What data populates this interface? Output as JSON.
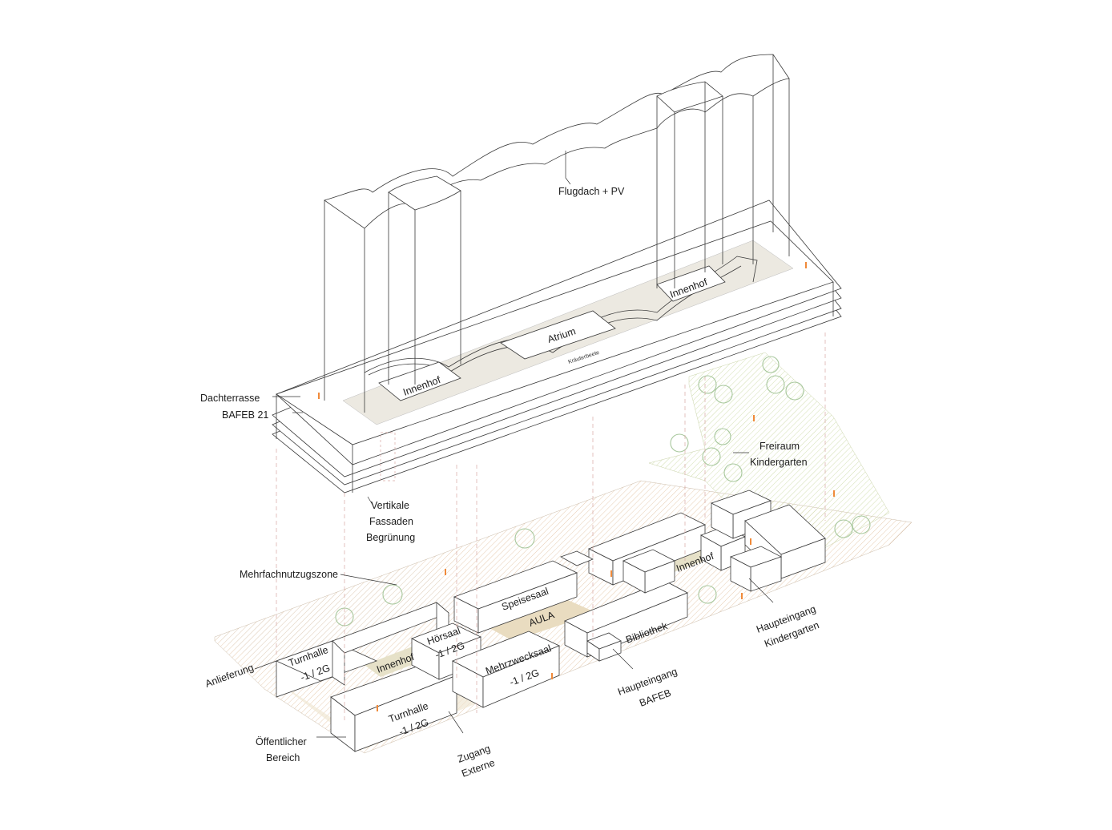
{
  "labels": {
    "flugdach": "Flugdach + PV",
    "dachterrasse_1": "Dachterrasse",
    "dachterrasse_2": "BAFEB 21",
    "innenhof_top_right": "Innenhof",
    "innenhof_top_left": "Innenhof",
    "atrium": "Atrium",
    "kraeuterbeete": "Kräuterbeete",
    "freiraum_1": "Freiraum",
    "freiraum_2": "Kindergarten",
    "vertikale_1": "Vertikale",
    "vertikale_2": "Fassaden",
    "vertikale_3": "Begrünung",
    "mehrfachnutzungszone": "Mehrfachnutzugszone",
    "anlieferung": "Anlieferung",
    "oeffentlich_1": "Öffentlicher",
    "oeffentlich_2": "Bereich",
    "turnhalle_top_1": "Turnhalle",
    "turnhalle_top_2": "-1 / 2G",
    "turnhalle_bottom_1": "Turnhalle",
    "turnhalle_bottom_2": "-1 / 2G",
    "innenhof_ground_left": "Innenhof",
    "hoersaal_1": "Hörsaal",
    "hoersaal_2": "-1 / 2G",
    "speisesaal": "Speisesaal",
    "aula": "AULA",
    "mehrzwecksaal_1": "Mehrzwecksaal",
    "mehrzwecksaal_2": "-1 / 2G",
    "bibliothek": "Bibliothek",
    "innenhof_ground_right": "Innenhof",
    "zugang_1": "Zugang",
    "zugang_2": "Externe",
    "haupteingang_bafeb_1": "Haupteingang",
    "haupteingang_bafeb_2": "BAFEB",
    "haupteingang_kg_1": "Haupteingang",
    "haupteingang_kg_2": "Kindergarten"
  },
  "colors": {
    "line": "#3a3a3a",
    "projection": "#d8a9a4",
    "ground_hatch": "#e9d2b8",
    "green_hatch": "#d6e0b7",
    "courtyard": "#e9e6d5",
    "tree": "#a7c79c",
    "figure": "#f08a3a",
    "aula_fill": "#e9dcc0"
  }
}
